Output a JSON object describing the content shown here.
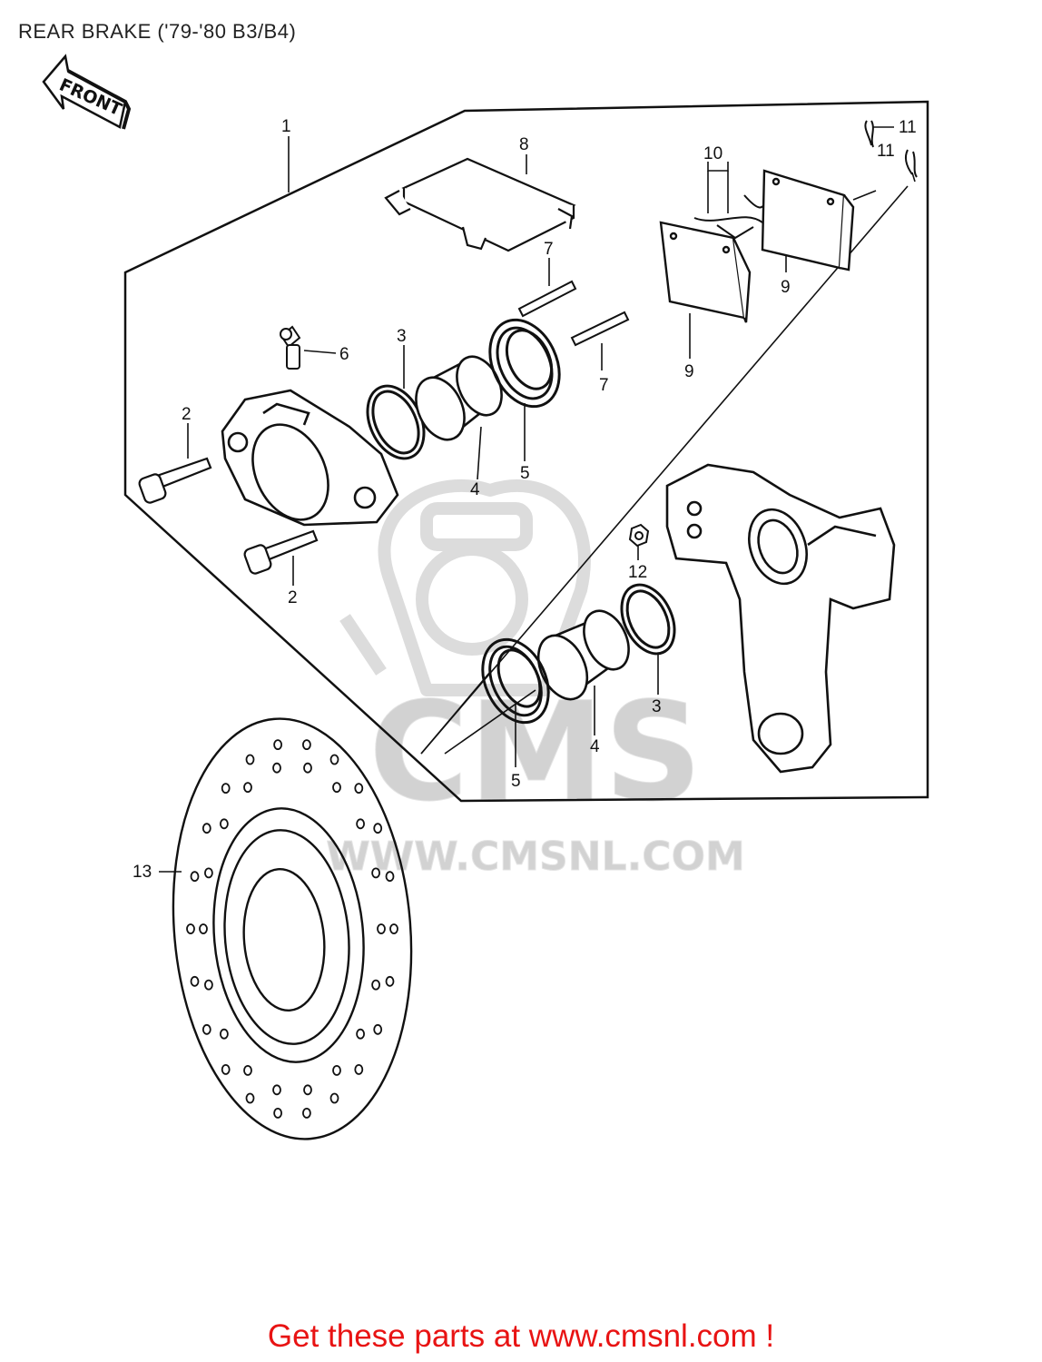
{
  "title": "REAR BRAKE ('79-'80 B3/B4)",
  "front_label": "FRONT",
  "callouts": [
    {
      "id": "c1",
      "text": "1"
    },
    {
      "id": "c2a",
      "text": "2"
    },
    {
      "id": "c2b",
      "text": "2"
    },
    {
      "id": "c3a",
      "text": "3"
    },
    {
      "id": "c3b",
      "text": "3"
    },
    {
      "id": "c4a",
      "text": "4"
    },
    {
      "id": "c4b",
      "text": "4"
    },
    {
      "id": "c5a",
      "text": "5"
    },
    {
      "id": "c5b",
      "text": "5"
    },
    {
      "id": "c6",
      "text": "6"
    },
    {
      "id": "c7a",
      "text": "7"
    },
    {
      "id": "c7b",
      "text": "7"
    },
    {
      "id": "c8",
      "text": "8"
    },
    {
      "id": "c9a",
      "text": "9"
    },
    {
      "id": "c9b",
      "text": "9"
    },
    {
      "id": "c10",
      "text": "10"
    },
    {
      "id": "c11a",
      "text": "11"
    },
    {
      "id": "c11b",
      "text": "11"
    },
    {
      "id": "c12",
      "text": "12"
    },
    {
      "id": "c13",
      "text": "13"
    }
  ],
  "watermark": {
    "brand": "CMS",
    "url": "WWW.CMSNL.COM"
  },
  "footer": {
    "link_text": "Get these parts at www.cmsnl.com !"
  },
  "colors": {
    "line": "#111111",
    "watermark": "#d2d2d2",
    "footer_link": "#e81313"
  }
}
